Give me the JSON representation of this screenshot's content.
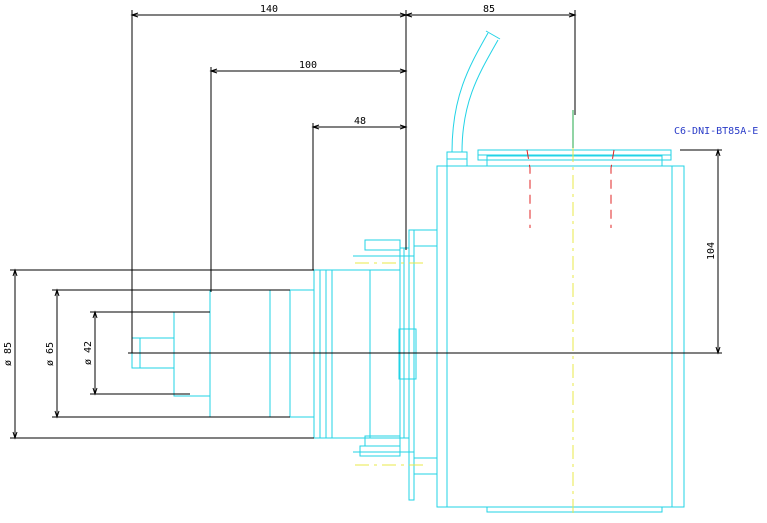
{
  "drawing": {
    "part_label": "C6-DNI-BT85A-E",
    "colors": {
      "outline": "#22d3e6",
      "dimension": "#000000",
      "centerline": "#e8e84a",
      "hidden": "#e02424",
      "label": "#2a3cc8",
      "marker": "#23a84a"
    },
    "dimensions": {
      "d140": "140",
      "d85_top": "85",
      "d100": "100",
      "d48": "48",
      "d104": "104",
      "dia85": "ø 85",
      "dia65": "ø 65",
      "dia42": "ø 42"
    }
  }
}
